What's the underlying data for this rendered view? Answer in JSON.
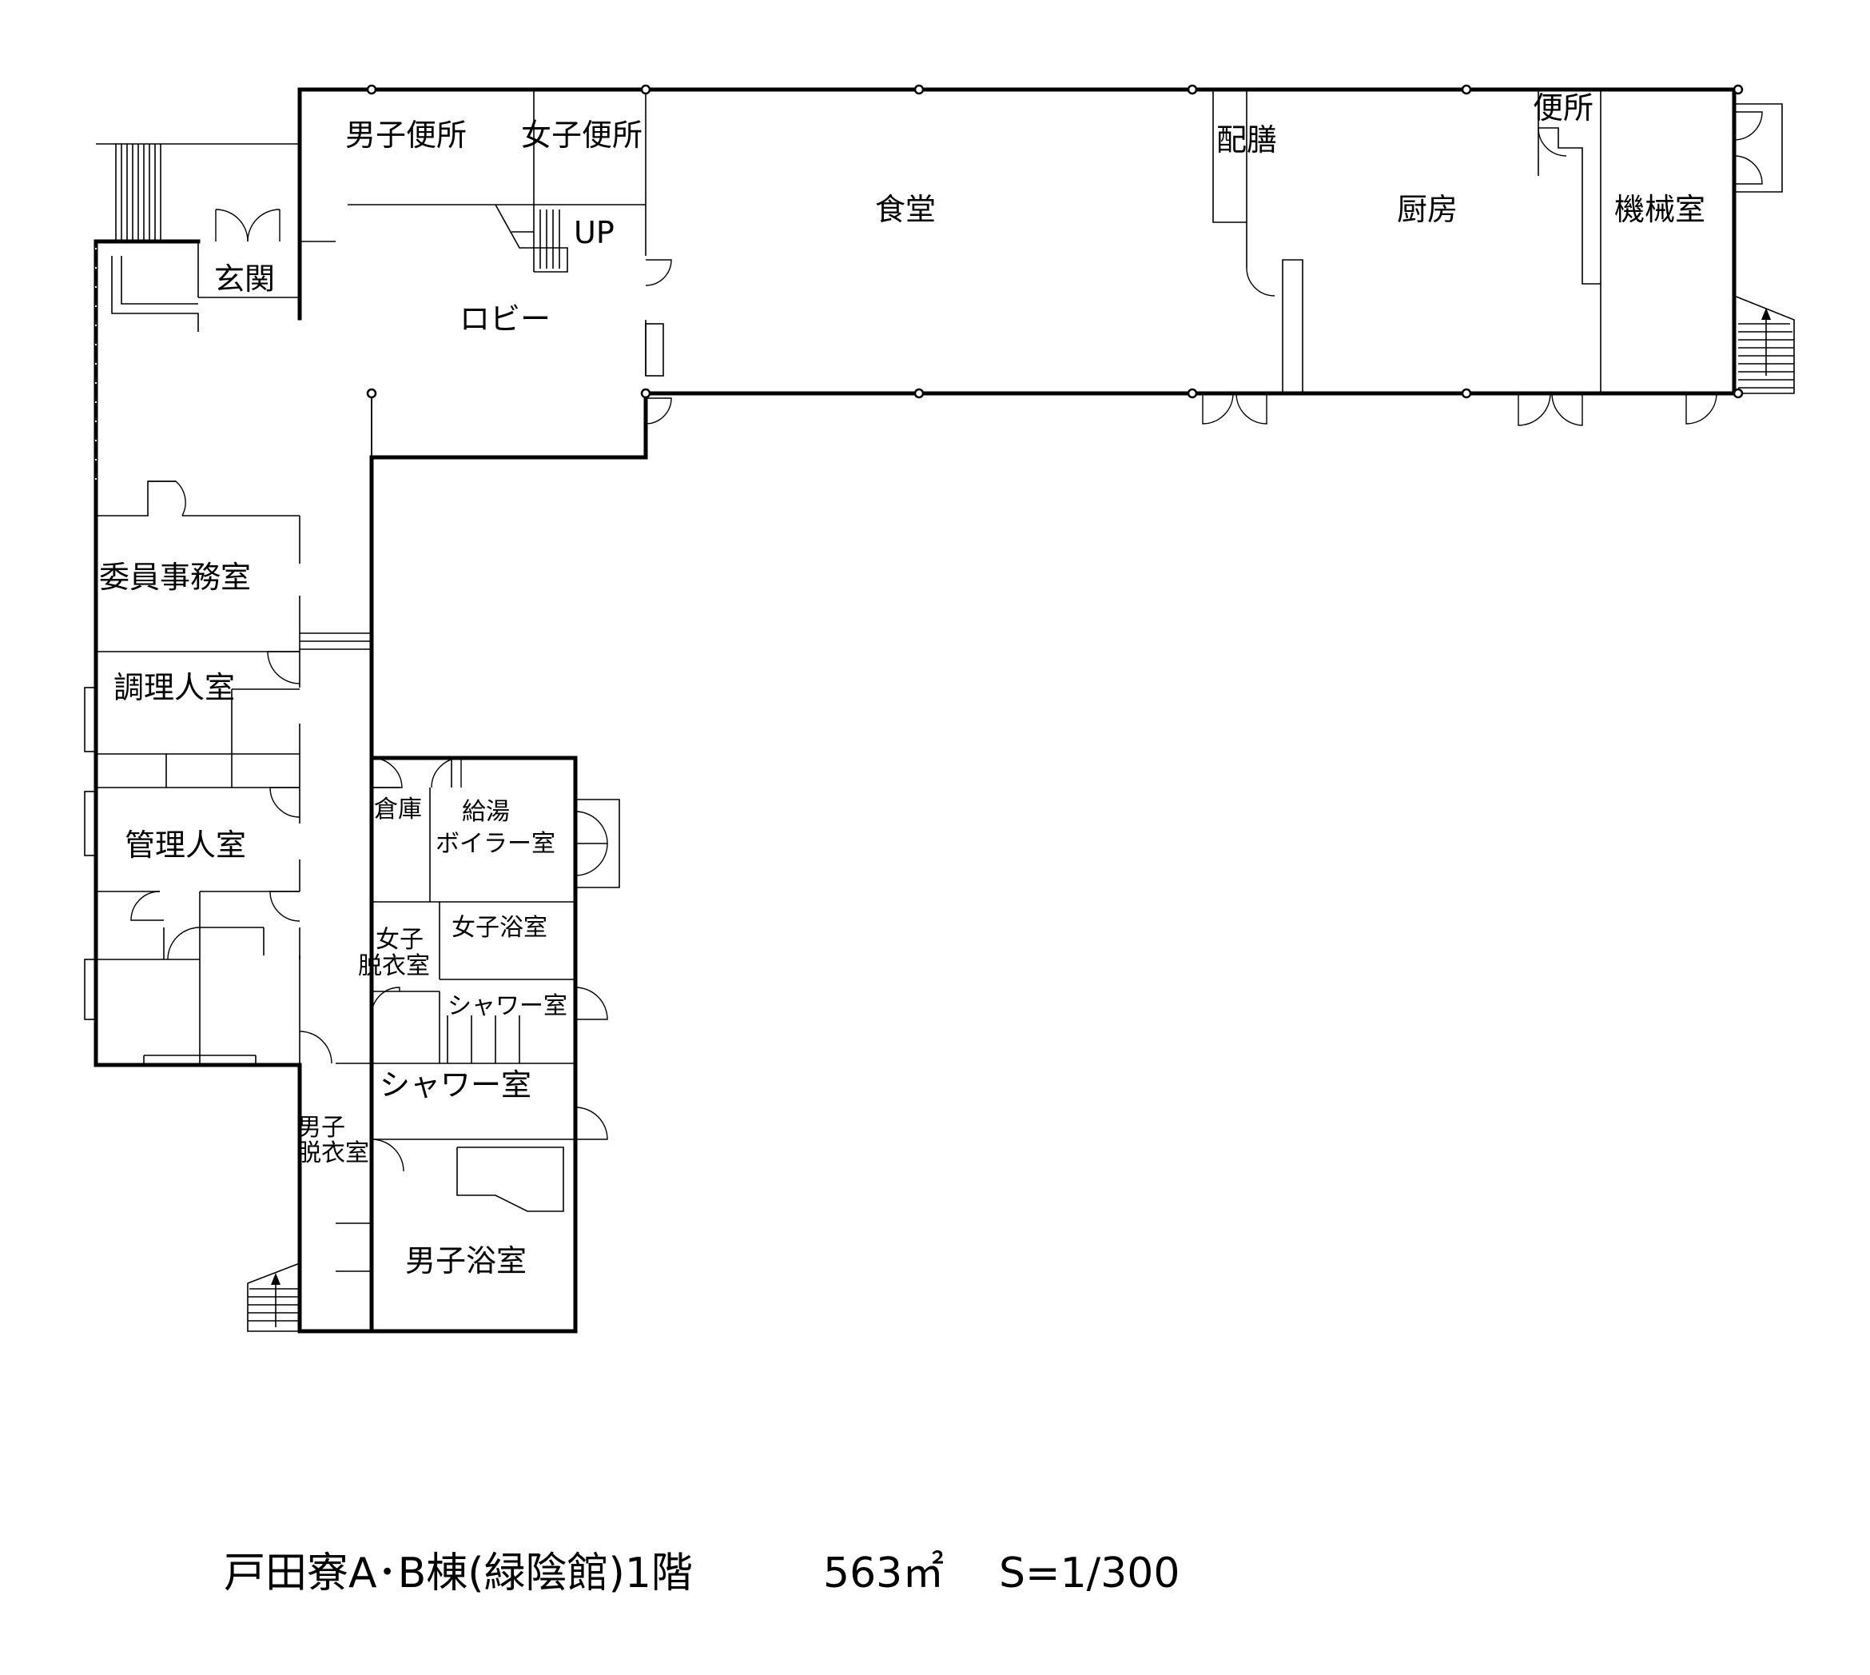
{
  "rooms": {
    "mens_toilet": "男子便所",
    "womens_toilet": "女子便所",
    "dining_hall": "食堂",
    "serving": "配膳",
    "toilet": "便所",
    "kitchen": "厨房",
    "machine_room": "機械室",
    "entrance": "玄関",
    "lobby": "ロビー",
    "committee_office": "委員事務室",
    "cook_room": "調理人室",
    "manager_room": "管理人室",
    "storage": "倉庫",
    "boiler_room_line1": "給湯",
    "boiler_room_line2": "ボイラー室",
    "womens_bath": "女子浴室",
    "womens_changing_line1": "女子",
    "womens_changing_line2": "脱衣室",
    "shower_room_small": "シャワー室",
    "shower_room_large": "シャワー室",
    "mens_changing_line1": "男子",
    "mens_changing_line2": "脱衣室",
    "mens_bath": "男子浴室"
  },
  "stair_label": "UP",
  "title": {
    "name": "戸田寮A･B棟(緑陰館)1階",
    "area": "563㎡",
    "scale": "S=1/300"
  }
}
